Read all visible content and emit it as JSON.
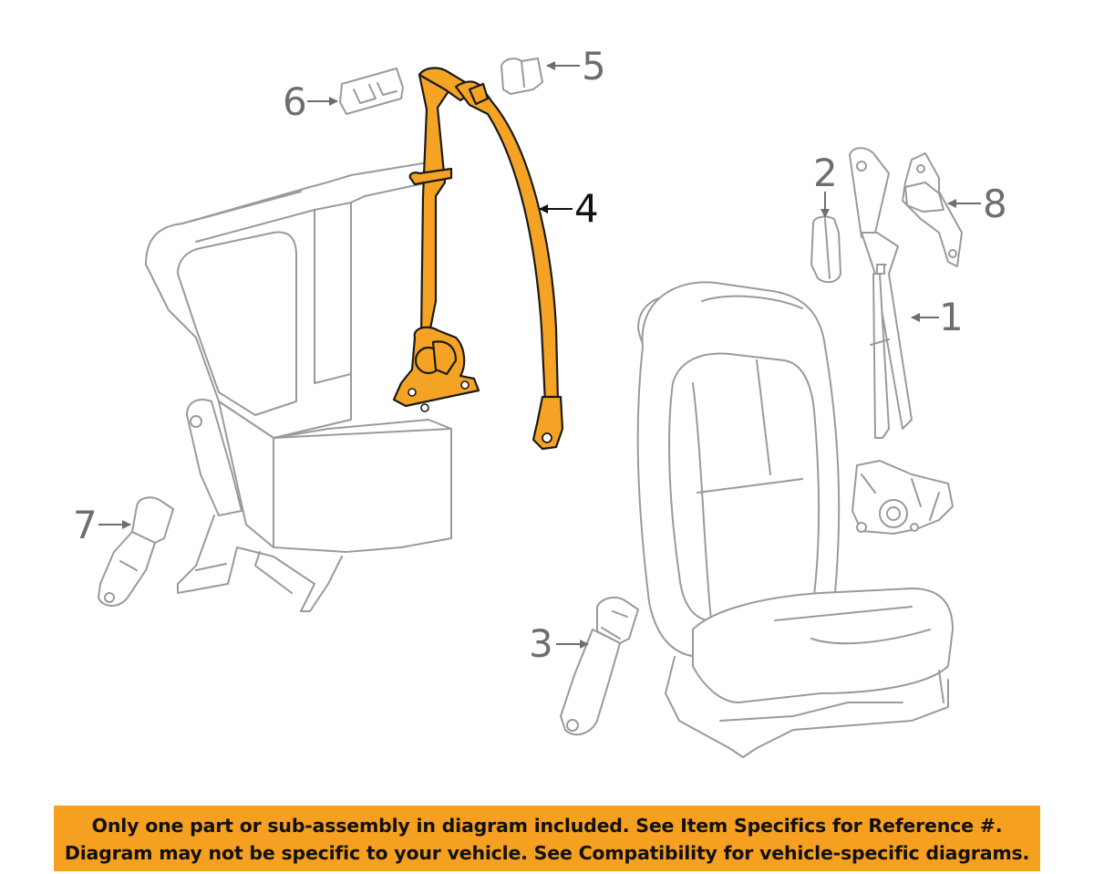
{
  "diagram": {
    "callouts": [
      {
        "label": "1",
        "part": "front-seat-belt-assembly",
        "highlighted": false
      },
      {
        "label": "2",
        "part": "guide-cover",
        "highlighted": false
      },
      {
        "label": "3",
        "part": "front-buckle",
        "highlighted": false
      },
      {
        "label": "4",
        "part": "rear-seat-belt-assembly",
        "highlighted": true
      },
      {
        "label": "5",
        "part": "guide-cover",
        "highlighted": false
      },
      {
        "label": "6",
        "part": "trim-cover",
        "highlighted": false
      },
      {
        "label": "7",
        "part": "rear-buckle",
        "highlighted": false
      },
      {
        "label": "8",
        "part": "anchor-bracket",
        "highlighted": false
      }
    ],
    "colors": {
      "highlight": "#f5a325",
      "outline": "#9a9a9a",
      "callout_text": "#6e6e6e"
    }
  },
  "notice": {
    "line1": "Only one part or sub-assembly in diagram included. See Item Specifics for Reference #.",
    "line2": "Diagram may not be specific to your vehicle. See Compatibility for vehicle-specific diagrams.",
    "background": "#f5a020"
  }
}
